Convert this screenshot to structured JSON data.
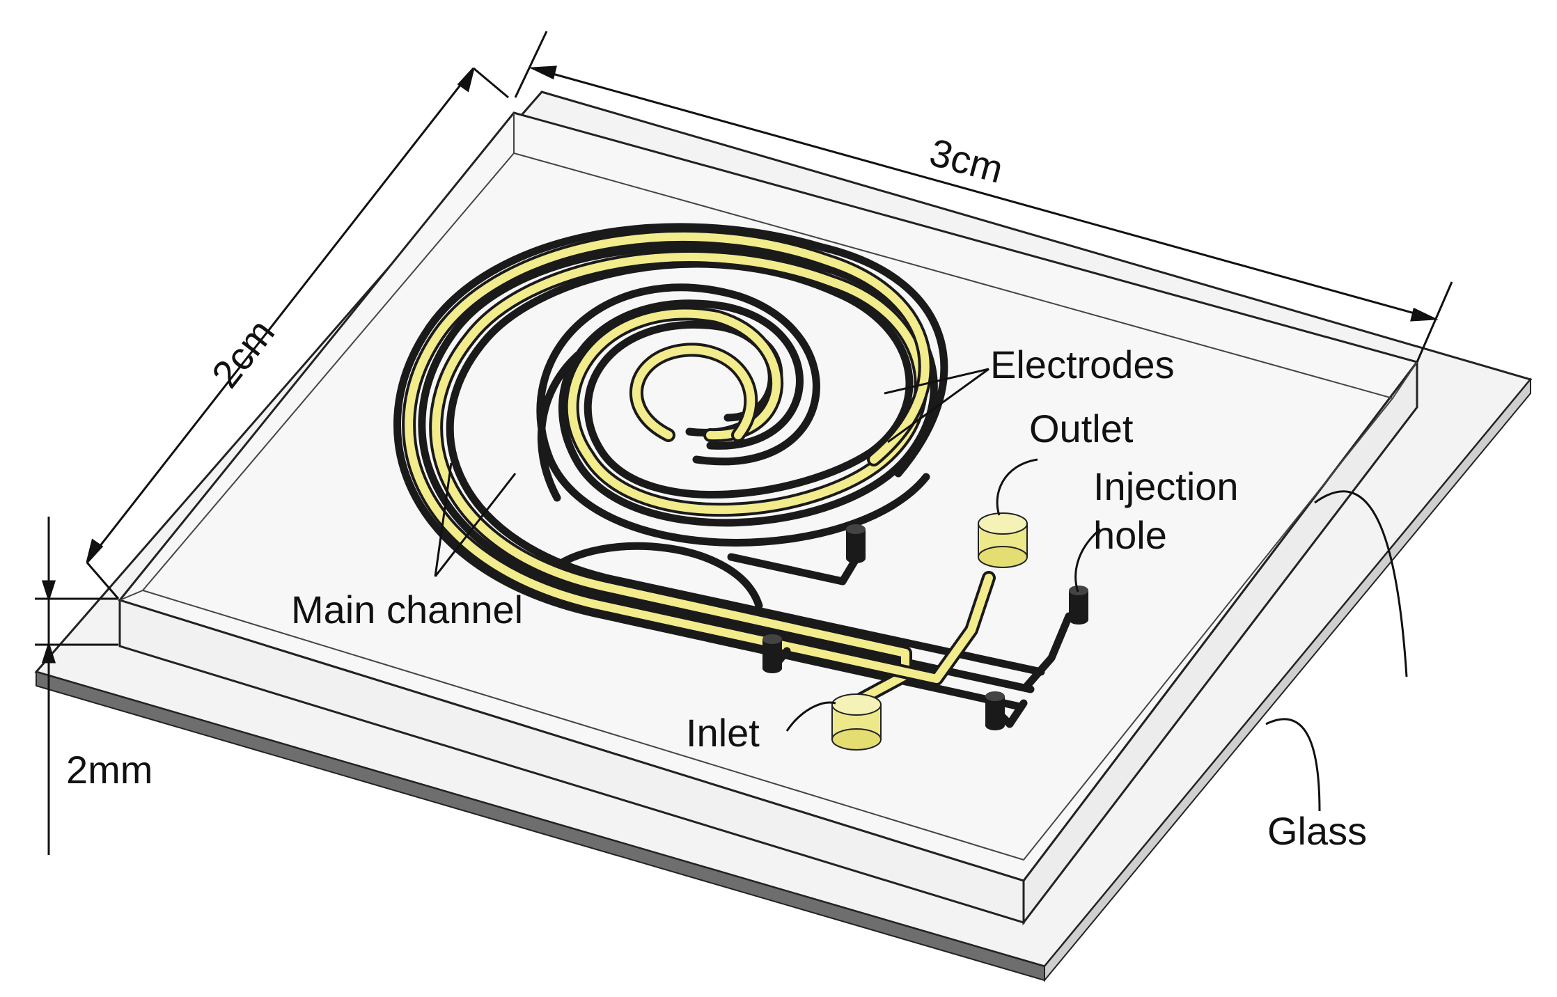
{
  "labels": {
    "width_dim": "3cm",
    "depth_dim": "2cm",
    "thickness_dim": "2mm",
    "electrodes": "Electrodes",
    "outlet": "Outlet",
    "injection_line1": "Injection",
    "injection_line2": "hole",
    "main_channel": "Main channel",
    "inlet": "Inlet",
    "glass": "Glass"
  },
  "colors": {
    "electrode": "#f2ec8c",
    "channel": "#1a1a1a",
    "chip_top": "#f7f7f7",
    "glass_edge": "#6e6e6e",
    "port_gold": "#ede98a"
  }
}
